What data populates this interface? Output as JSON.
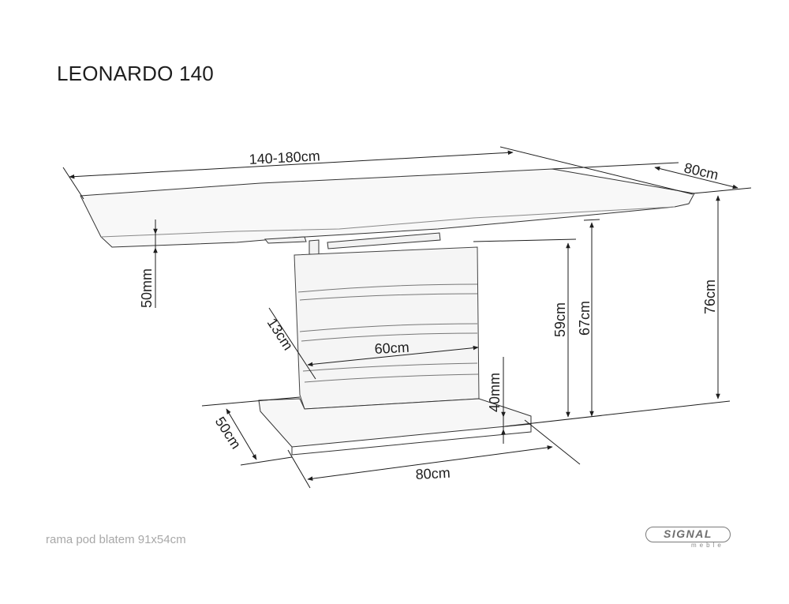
{
  "title": "LEONARDO 140",
  "footnote": "rama pod blatem 91x54cm",
  "logo": {
    "brand": "SIGNAL",
    "sub": "meble"
  },
  "dimensions": {
    "length": "140-180cm",
    "depth": "80cm",
    "top_thickness": "50mm",
    "height_total": "76cm",
    "height_to_frame": "67cm",
    "height_column": "59cm",
    "column_depth": "13cm",
    "column_width": "60cm",
    "base_thickness": "40mm",
    "base_depth": "50cm",
    "base_width": "80cm"
  },
  "colors": {
    "line": "#1e1e1e",
    "surface": "#f7f7f7",
    "text_muted": "#a8a8a8",
    "logo": "#6e6e6e"
  }
}
